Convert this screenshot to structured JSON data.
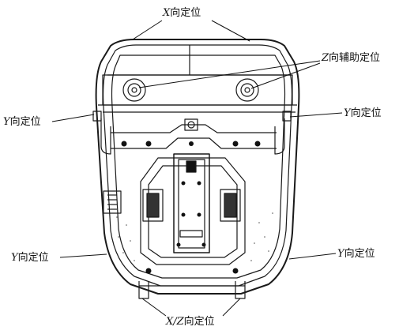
{
  "labels": {
    "x_top": {
      "axis": "X",
      "text": "向定位"
    },
    "z_aux": {
      "axis": "Z",
      "text": "向辅助定位"
    },
    "y_left_upper": {
      "axis": "Y",
      "text": "向定位"
    },
    "y_right_upper": {
      "axis": "Y",
      "text": "向定位"
    },
    "y_left_lower": {
      "axis": "Y",
      "text": "向定位"
    },
    "y_right_lower": {
      "axis": "Y",
      "text": "向定位"
    },
    "xz_bottom": {
      "axis": "X/Z",
      "text": "向定位"
    }
  },
  "colors": {
    "line": "#1a1a1a",
    "fill": "#ffffff",
    "dark": "#111111"
  }
}
